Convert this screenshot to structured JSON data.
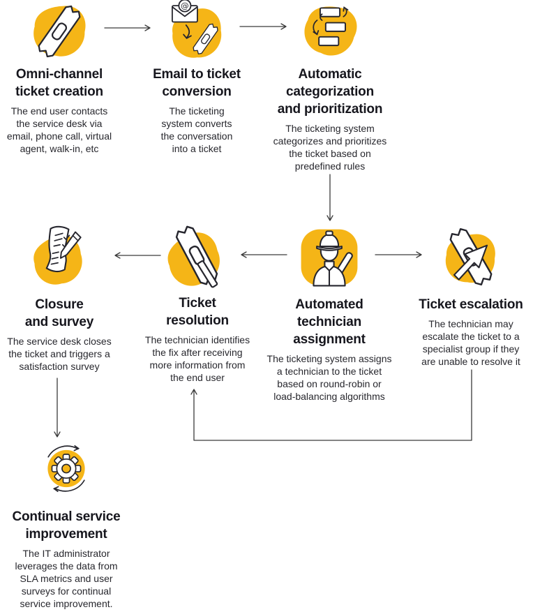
{
  "colors": {
    "accent": "#f5b517",
    "ink": "#26262e",
    "line": "#3a3a3a",
    "background": "#ffffff"
  },
  "steps": [
    {
      "id": "omni-channel-ticket-creation",
      "icon": "ticket-icon",
      "title": "Omni-channel\nticket creation",
      "description": "The end user contacts\nthe service desk via\nemail, phone call, virtual\nagent, walk-in, etc"
    },
    {
      "id": "email-to-ticket-conversion",
      "icon": "email-to-ticket-icon",
      "title": "Email to ticket\nconversion",
      "description": "The ticketing\nsystem converts\nthe conversation\ninto a ticket"
    },
    {
      "id": "automatic-categorization-and-prioritization",
      "icon": "categorization-icon",
      "title": "Automatic\ncategorization\nand prioritization",
      "description": "The ticketing system\ncategorizes and prioritizes\nthe ticket based on\npredefined rules"
    },
    {
      "id": "automated-technician-assignment",
      "icon": "technician-icon",
      "title": "Automated\ntechnician\nassignment",
      "description": "The ticketing system assigns\na technician to the ticket\nbased on round-robin or\nload-balancing algorithms"
    },
    {
      "id": "ticket-escalation",
      "icon": "escalation-icon",
      "title": "Ticket escalation",
      "description": "The technician may\nescalate the ticket to a\nspecialist group if they\nare unable to resolve it"
    },
    {
      "id": "ticket-resolution",
      "icon": "resolution-icon",
      "title": "Ticket\nresolution",
      "description": "The technician identifies\nthe fix after receiving\nmore information from\nthe end user"
    },
    {
      "id": "closure-and-survey",
      "icon": "survey-icon",
      "title": "Closure\nand survey",
      "description": "The service desk closes\nthe ticket and triggers a\nsatisfaction survey"
    },
    {
      "id": "continual-service-improvement",
      "icon": "gear-cycle-icon",
      "title": "Continual service\nimprovement",
      "description": "The IT administrator\nleverages the data from\nSLA metrics and user\nsurveys for continual\nservice improvement."
    }
  ]
}
